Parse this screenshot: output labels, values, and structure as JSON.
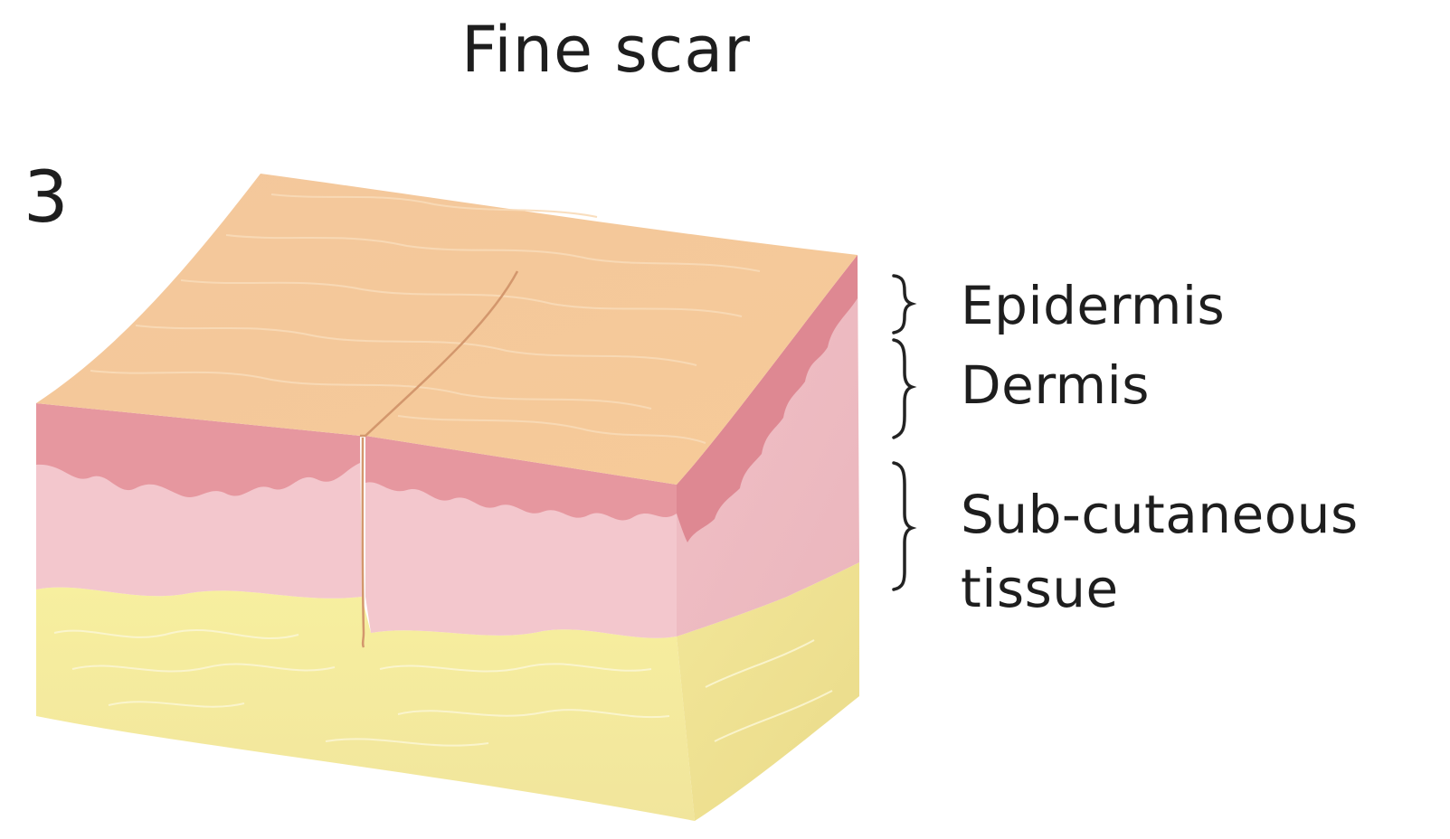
{
  "title": "Fine scar",
  "step_number": "3",
  "labels": {
    "epidermis": "Epidermis",
    "dermis": "Dermis",
    "subcutaneous": "Sub-cutaneous\ntissue"
  },
  "colors": {
    "skin_surface": "#f3c89a",
    "epidermis_red": "#e3949a",
    "dermis_pink": "#f2c6cc",
    "subcutaneous_yellow": "#f6eaa0",
    "scar_line": "#d99a6a"
  }
}
